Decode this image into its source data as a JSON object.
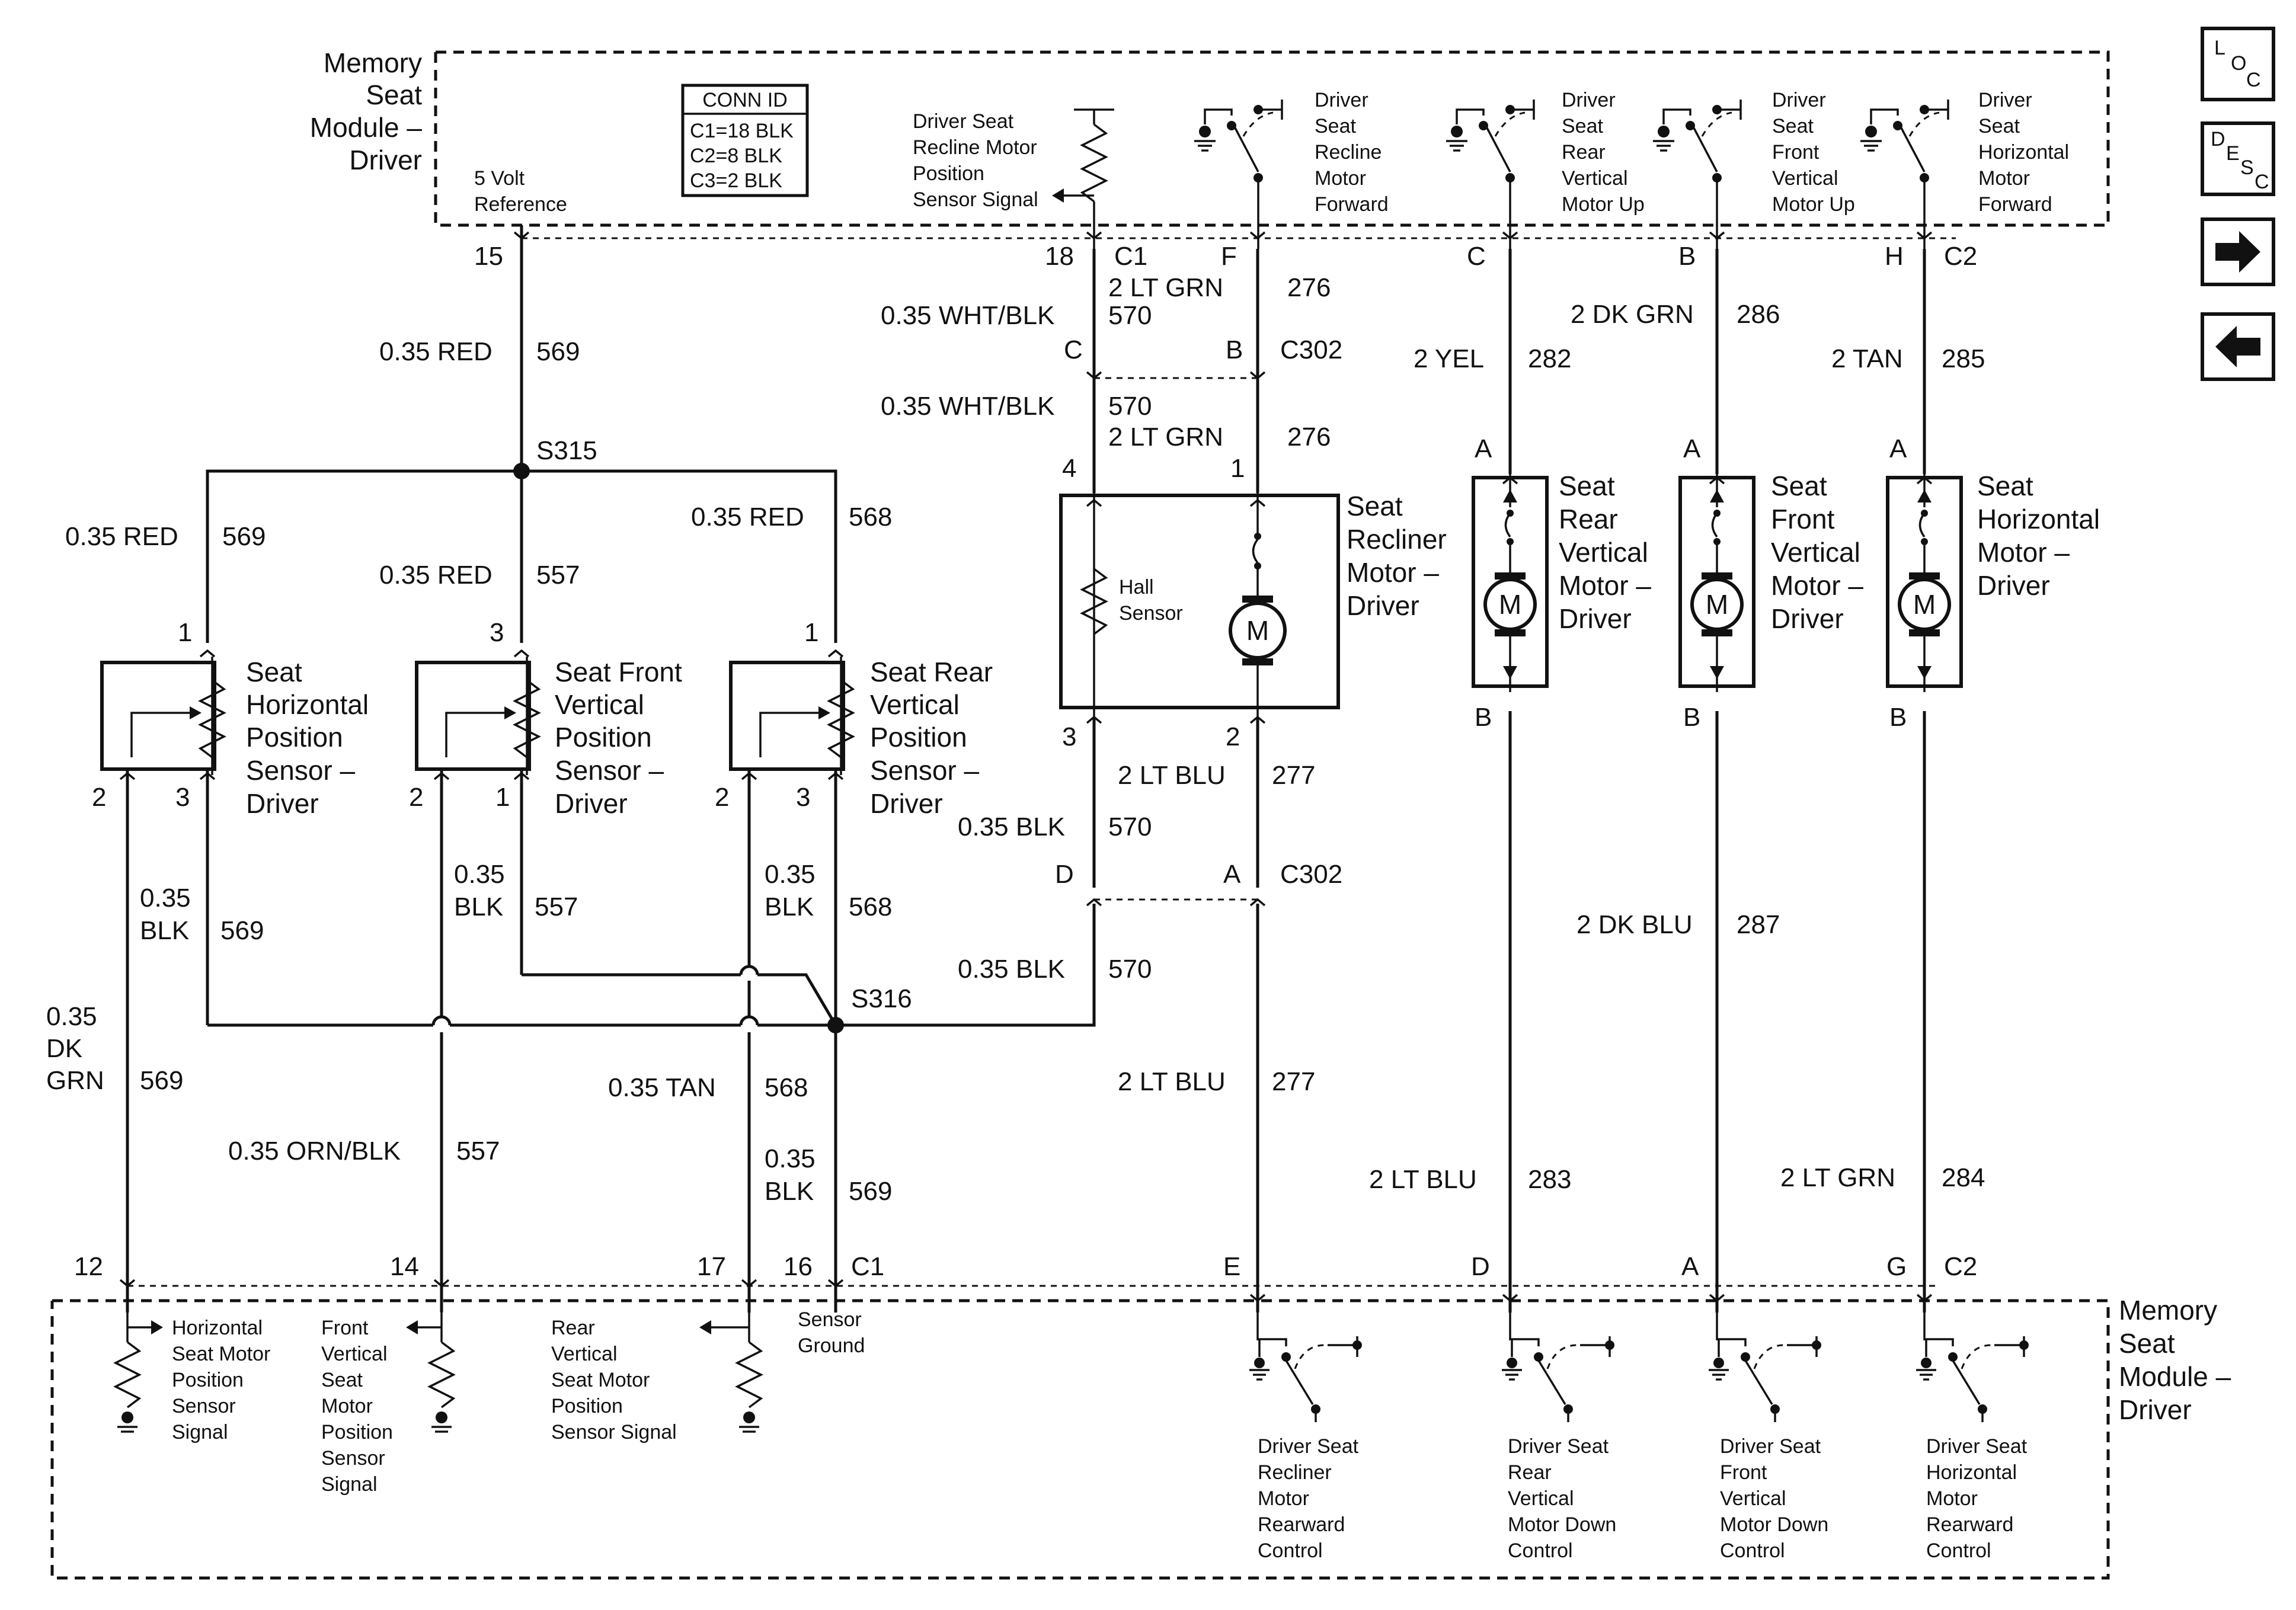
{
  "modules": {
    "top_title": [
      "Memory",
      "Seat",
      "Module –",
      "Driver"
    ],
    "bottom_title": [
      "Memory",
      "Seat",
      "Module –",
      "Driver"
    ]
  },
  "conn_id": {
    "title": "CONN ID",
    "rows": [
      "C1=18 BLK",
      "C2=8 BLK",
      "C3=2 BLK"
    ]
  },
  "nav": {
    "loc": {
      "l": "L",
      "o": "O",
      "c": "C"
    },
    "desc": {
      "d": "D",
      "e": "E",
      "s": "S",
      "c": "C"
    },
    "next_icon": "arrow-right-icon",
    "prev_icon": "arrow-left-icon"
  },
  "top_labels": {
    "five_volt": [
      "5 Volt",
      "Reference"
    ],
    "recline_sensor": [
      "Driver Seat",
      "Recline Motor",
      "Position",
      "Sensor Signal"
    ],
    "recline_fwd": [
      "Driver",
      "Seat",
      "Recline",
      "Motor",
      "Forward"
    ],
    "rear_up": [
      "Driver",
      "Seat",
      "Rear",
      "Vertical",
      "Motor Up"
    ],
    "front_up": [
      "Driver",
      "Seat",
      "Front",
      "Vertical",
      "Motor Up"
    ],
    "horiz_fwd": [
      "Driver",
      "Seat",
      "Horizontal",
      "Motor",
      "Forward"
    ]
  },
  "pins_top": {
    "p15": "15",
    "p18": "18",
    "c1": "C1",
    "pF": "F",
    "pC": "C",
    "pB": "B",
    "pH": "H",
    "c2": "C2"
  },
  "c302_top": {
    "left": "C",
    "right": "B",
    "name": "C302"
  },
  "c302_bottom": {
    "left": "D",
    "right": "A",
    "name": "C302"
  },
  "wires": {
    "red_569_top": [
      "0.35 RED",
      "569"
    ],
    "wht_570_a": [
      "0.35 WHT/BLK",
      "570"
    ],
    "grn_276_a": [
      "2 LT GRN",
      "276"
    ],
    "wht_570_b": [
      "0.35 WHT/BLK",
      "570"
    ],
    "grn_276_b": [
      "2 LT GRN",
      "276"
    ],
    "yel_282": [
      "2 YEL",
      "282"
    ],
    "dkgrn_286": [
      "2 DK GRN",
      "286"
    ],
    "tan_285": [
      "2 TAN",
      "285"
    ],
    "red_569_left": [
      "0.35 RED",
      "569"
    ],
    "red_557": [
      "0.35 RED",
      "557"
    ],
    "red_568": [
      "0.35 RED",
      "568"
    ],
    "blu_277_a": [
      "2 LT BLU",
      "277"
    ],
    "blk_570_a": [
      "0.35 BLK",
      "570"
    ],
    "blk_570_b": [
      "0.35 BLK",
      "570"
    ],
    "blk_569_a": [
      "0.35",
      "BLK",
      "569"
    ],
    "blk_557": [
      "0.35",
      "BLK",
      "557"
    ],
    "blk_568": [
      "0.35",
      "BLK",
      "568"
    ],
    "dkgrn_569": [
      "0.35",
      "DK",
      "GRN",
      "569"
    ],
    "orn_557": [
      "0.35 ORN/BLK",
      "557"
    ],
    "tan_568": [
      "0.35 TAN",
      "568"
    ],
    "blk_569_b": [
      "0.35",
      "BLK",
      "569"
    ],
    "blu_277_b": [
      "2 LT BLU",
      "277"
    ],
    "dkblu_287": [
      "2 DK BLU",
      "287"
    ],
    "blu_283": [
      "2 LT BLU",
      "283"
    ],
    "grn_284": [
      "2 LT GRN",
      "284"
    ]
  },
  "splices": {
    "s315": "S315",
    "s316": "S316"
  },
  "components": {
    "horiz_sensor": {
      "name": [
        "Seat",
        "Horizontal",
        "Position",
        "Sensor –",
        "Driver"
      ],
      "pins": [
        "1",
        "2",
        "3"
      ]
    },
    "front_sensor": {
      "name": [
        "Seat Front",
        "Vertical",
        "Position",
        "Sensor –",
        "Driver"
      ],
      "pins": [
        "3",
        "2",
        "1"
      ]
    },
    "rear_sensor": {
      "name": [
        "Seat Rear",
        "Vertical",
        "Position",
        "Sensor –",
        "Driver"
      ],
      "pins": [
        "1",
        "2",
        "3"
      ]
    },
    "recliner_motor": {
      "name": [
        "Seat",
        "Recliner",
        "Motor –",
        "Driver"
      ],
      "hall": [
        "Hall",
        "Sensor"
      ],
      "pins": [
        "4",
        "1",
        "3",
        "2"
      ],
      "motor_label": "M"
    },
    "rear_vert_motor": {
      "name": [
        "Seat",
        "Rear",
        "Vertical",
        "Motor –",
        "Driver"
      ],
      "pins": [
        "A",
        "B"
      ],
      "motor_label": "M"
    },
    "front_vert_motor": {
      "name": [
        "Seat",
        "Front",
        "Vertical",
        "Motor –",
        "Driver"
      ],
      "pins": [
        "A",
        "B"
      ],
      "motor_label": "M"
    },
    "horiz_motor": {
      "name": [
        "Seat",
        "Horizontal",
        "Motor –",
        "Driver"
      ],
      "pins": [
        "A",
        "B"
      ],
      "motor_label": "M"
    }
  },
  "pins_bottom": {
    "p12": "12",
    "p14": "14",
    "p17": "17",
    "p16": "16",
    "c1": "C1",
    "pE": "E",
    "pD": "D",
    "pA": "A",
    "pG": "G",
    "c2": "C2"
  },
  "bottom_labels": {
    "horiz_signal": [
      "Horizontal",
      "Seat Motor",
      "Position",
      "Sensor",
      "Signal"
    ],
    "front_signal": [
      "Front",
      "Vertical",
      "Seat",
      "Motor",
      "Position",
      "Sensor",
      "Signal"
    ],
    "rear_signal": [
      "Rear",
      "Vertical",
      "Seat Motor",
      "Position",
      "Sensor Signal"
    ],
    "sensor_ground": [
      "Sensor",
      "Ground"
    ],
    "recline_rwd": [
      "Driver Seat",
      "Recliner",
      "Motor",
      "Rearward",
      "Control"
    ],
    "rear_down": [
      "Driver Seat",
      "Rear",
      "Vertical",
      "Motor Down",
      "Control"
    ],
    "front_down": [
      "Driver Seat",
      "Front",
      "Vertical",
      "Motor Down",
      "Control"
    ],
    "horiz_rwd": [
      "Driver Seat",
      "Horizontal",
      "Motor",
      "Rearward",
      "Control"
    ]
  }
}
